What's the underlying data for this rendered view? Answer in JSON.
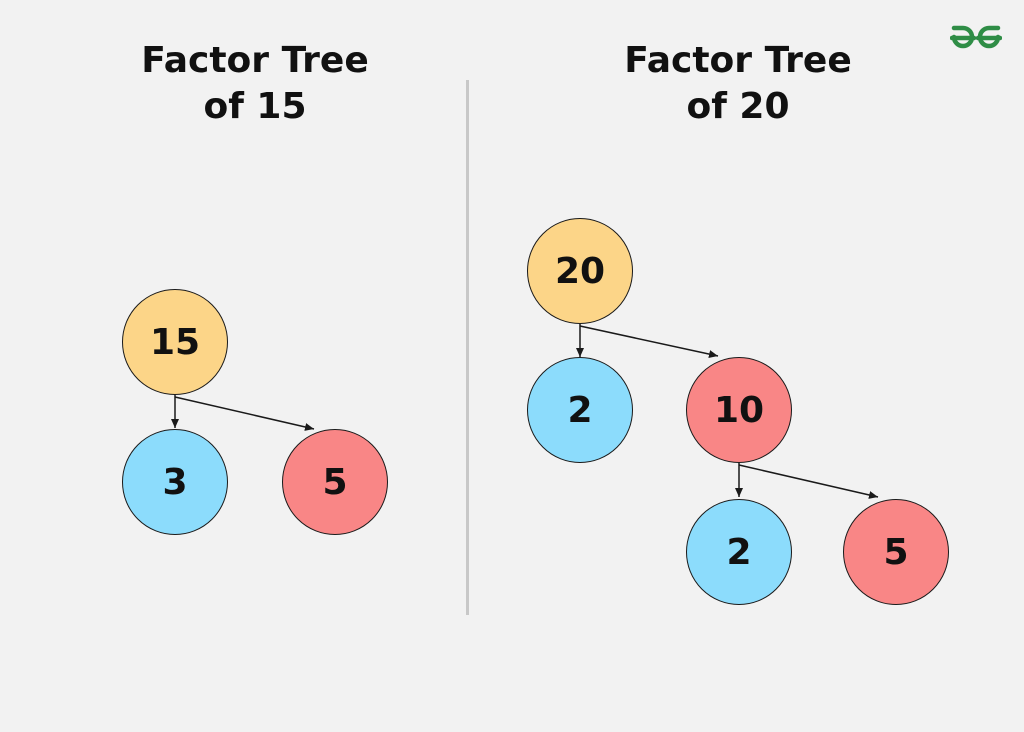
{
  "colors": {
    "root": "#fcd588",
    "prime": "#8cdcfc",
    "composite_factor": "#f98686",
    "logo": "#2f8d46"
  },
  "logo": {
    "icon": "geeksforgeeks-logo-icon"
  },
  "left_tree": {
    "title_line1": "Factor Tree",
    "title_line2": "of 15",
    "root": "15",
    "children": [
      "3",
      "5"
    ]
  },
  "right_tree": {
    "title_line1": "Factor Tree",
    "title_line2": "of 20",
    "root": "20",
    "children": [
      "2",
      "10"
    ],
    "grandchildren": [
      "2",
      "5"
    ]
  }
}
